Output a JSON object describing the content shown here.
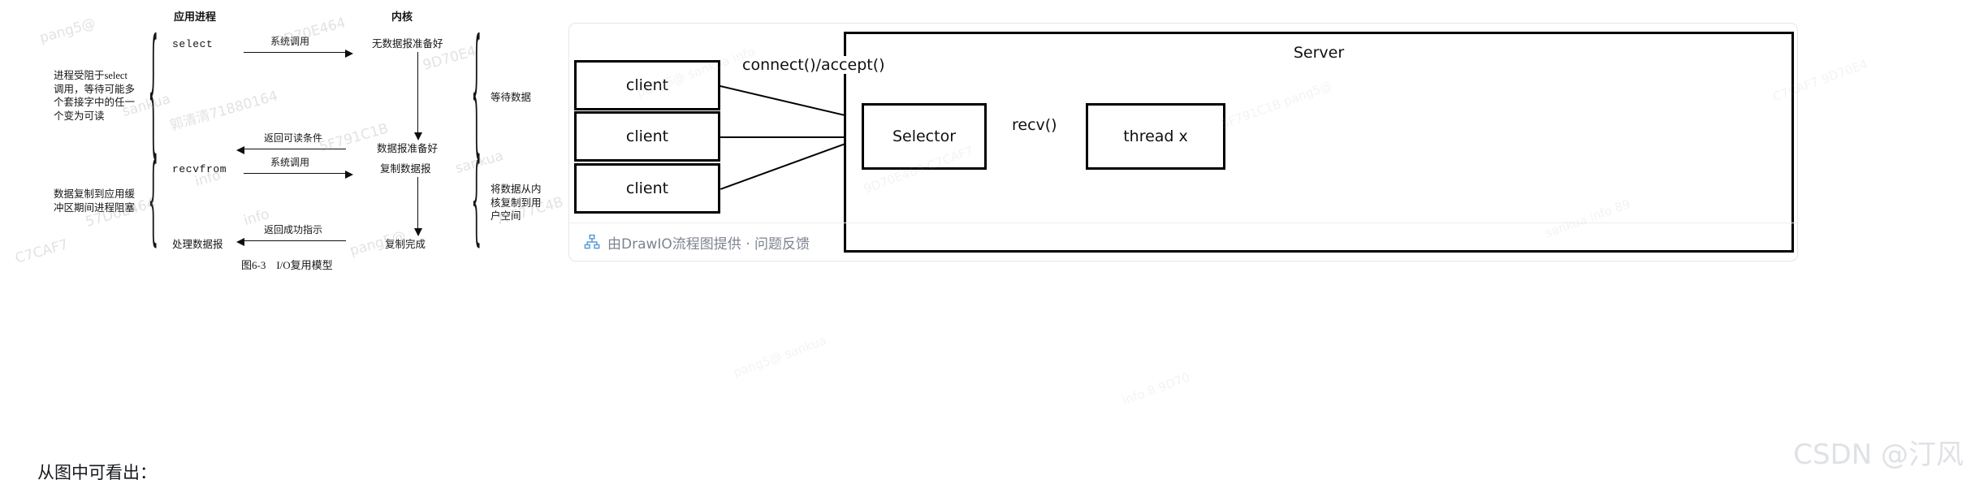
{
  "book_figure": {
    "column_titles": {
      "app_process": "应用进程",
      "kernel": "内核"
    },
    "app_calls": [
      {
        "label": "select"
      },
      {
        "label": "recvfrom"
      },
      {
        "label": "处理数据报"
      }
    ],
    "kernel_states": [
      "无数据报准备好",
      "数据报准备好",
      "复制数据报",
      "复制完成"
    ],
    "arrow_labels": [
      "系统调用",
      "返回可读条件",
      "系统调用",
      "返回成功指示"
    ],
    "left_notes": [
      "进程受阻于select\n调用，等待可能多\n个套接字中的任一\n个变为可读",
      "数据复制到应用缓\n冲区期间进程阻塞"
    ],
    "right_notes": [
      "等待数据",
      "将数据从内\n核复制到用\n户空间"
    ],
    "caption": "图6-3    I/O复用模型",
    "scan_watermarks": [
      "pang5@",
      "sankua",
      "info",
      "郭清清71880164",
      "9D70E464",
      "57D0E464",
      "5F791C1B",
      "9D70E4",
      "A F77C4B",
      "C7CAF7",
      "pang5@",
      "sankua",
      "info"
    ]
  },
  "drawio_card": {
    "nodes": [
      {
        "name": "client",
        "label": "client"
      },
      {
        "name": "client",
        "label": "client"
      },
      {
        "name": "client",
        "label": "client"
      },
      {
        "name": "selector",
        "label": "Selector"
      },
      {
        "name": "thread",
        "label": "thread x"
      }
    ],
    "server_label": "Server",
    "edge_labels": {
      "connect_accept": "connect()/accept()",
      "recv": "recv()"
    },
    "footer": {
      "icon": "drawio-icon",
      "text": "由DrawIO流程图提供 · 问题反馈"
    }
  },
  "watermark": {
    "csdn": "CSDN @汀风"
  },
  "page_text": {
    "bottom_line": "从图中可看出："
  },
  "colors": {
    "ink": "#101010",
    "card_border": "#e3e6ec",
    "footer_text": "#7d8491",
    "watermark": "#dfe1e6",
    "drawio_icon": "#5b9bd5"
  }
}
